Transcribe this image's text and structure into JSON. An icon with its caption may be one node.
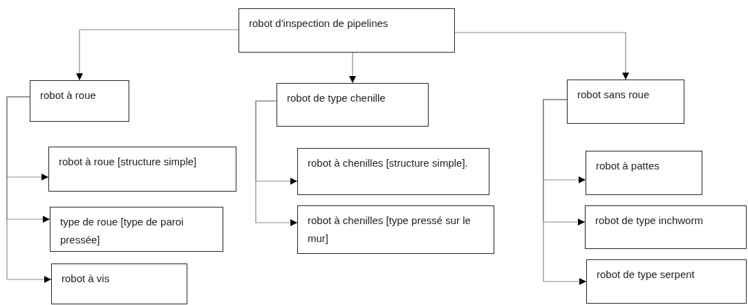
{
  "diagram": {
    "nodes": [
      {
        "text": [
          "robot d'inspection de pipelines"
        ]
      },
      {
        "text": [
          "robot à roue"
        ]
      },
      {
        "text": [
          "robot de type chenille"
        ]
      },
      {
        "text": [
          "robot sans roue"
        ]
      },
      {
        "text": [
          "robot à roue [structure simple]"
        ]
      },
      {
        "text": [
          "type de roue [type de paroi pressée]"
        ]
      },
      {
        "text": [
          "robot à vis"
        ]
      },
      {
        "text": [
          "robot à chenilles [structure simple]."
        ]
      },
      {
        "text": [
          "robot à chenilles [type pressé sur le mur]"
        ]
      },
      {
        "text": [
          "robot à pattes"
        ]
      },
      {
        "text": [
          "robot de type inchworm"
        ]
      },
      {
        "text": [
          "robot de type serpent"
        ]
      }
    ],
    "edges": [
      {
        "from": 0,
        "to": 1,
        "arrow": "to"
      },
      {
        "from": 0,
        "to": 2,
        "arrow": "to"
      },
      {
        "from": 0,
        "to": 3,
        "arrow": "to"
      },
      {
        "from": 1,
        "to": 4,
        "arrow": "to"
      },
      {
        "from": 1,
        "to": 5,
        "arrow": "to"
      },
      {
        "from": 1,
        "to": 6,
        "arrow": "to"
      },
      {
        "from": 2,
        "to": 7,
        "arrow": "to"
      },
      {
        "from": 2,
        "to": 8,
        "arrow": "to"
      },
      {
        "from": 3,
        "to": 9,
        "arrow": "to"
      },
      {
        "from": 3,
        "to": 10,
        "arrow": "to"
      },
      {
        "from": 3,
        "to": 11,
        "arrow": "to"
      }
    ]
  }
}
